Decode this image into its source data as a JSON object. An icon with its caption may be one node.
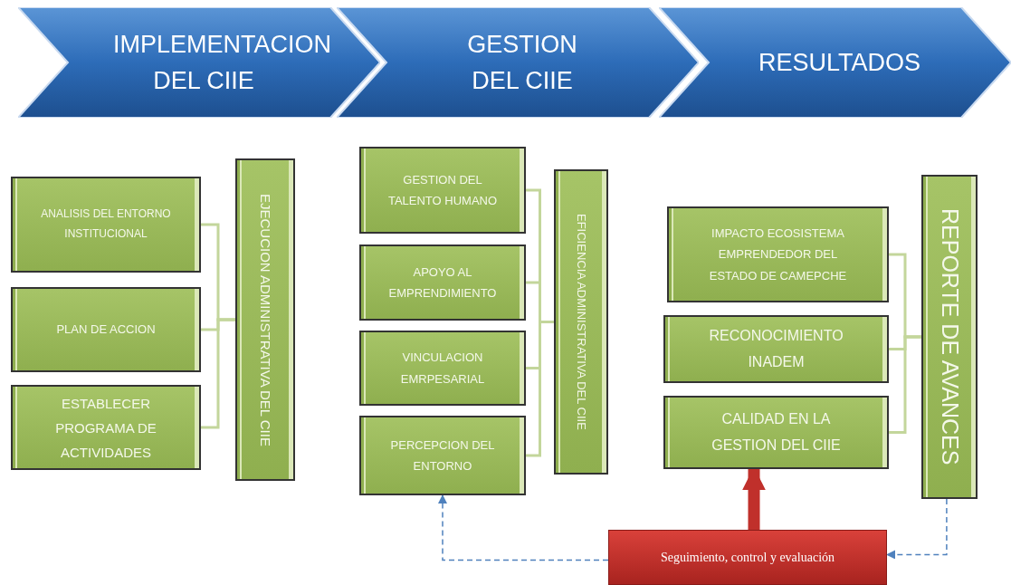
{
  "diagram": {
    "nodes": [
      {
        "text": [
          "IMPLEMENTACION DEL CIIE"
        ]
      },
      {
        "text": [
          "GESTION DEL CIIE"
        ]
      },
      {
        "text": [
          "RESULTADOS"
        ]
      },
      {
        "text": [
          "ANALISIS DEL ENTORNO INSTITUCIONAL"
        ]
      },
      {
        "text": [
          "PLAN DE ACCION"
        ]
      },
      {
        "text": [
          "ESTABLECER PROGRAMA DE ACTIVIDADES"
        ]
      },
      {
        "text": [
          "EJECUCION ADMINISTRATIVA DEL CIIE"
        ]
      },
      {
        "text": [
          "GESTION DEL TALENTO HUMANO"
        ]
      },
      {
        "text": [
          "APOYO AL EMPRENDIMIENTO"
        ]
      },
      {
        "text": [
          "VINCULACION EMRPESARIAL"
        ]
      },
      {
        "text": [
          "PERCEPCION DEL ENTORNO"
        ]
      },
      {
        "text": [
          "EFICIENCIA ADMINISTRATIVA DEL CIIE"
        ]
      },
      {
        "text": [
          "IMPACTO ECOSISTEMA EMPRENDEDOR DEL ESTADO DE CAMEPCHE"
        ]
      },
      {
        "text": [
          "RECONOCIMIENTO INADEM"
        ]
      },
      {
        "text": [
          "CALIDAD EN LA GESTION DEL CIIE"
        ]
      },
      {
        "text": [
          "REPORTE DE AVANCES"
        ]
      },
      {
        "text": [
          "Seguimiento, control y evaluación"
        ]
      }
    ],
    "edges": [
      {
        "from": 3,
        "to": 6,
        "arrow": "none"
      },
      {
        "from": 4,
        "to": 6,
        "arrow": "none"
      },
      {
        "from": 5,
        "to": 6,
        "arrow": "none"
      },
      {
        "from": 7,
        "to": 11,
        "arrow": "none"
      },
      {
        "from": 8,
        "to": 11,
        "arrow": "none"
      },
      {
        "from": 9,
        "to": 11,
        "arrow": "none"
      },
      {
        "from": 10,
        "to": 11,
        "arrow": "none"
      },
      {
        "from": 12,
        "to": 15,
        "arrow": "none"
      },
      {
        "from": 13,
        "to": 15,
        "arrow": "none"
      },
      {
        "from": 14,
        "to": 15,
        "arrow": "none"
      },
      {
        "from": 16,
        "to": 14,
        "arrow": "to",
        "style": "thick",
        "color": "#c0302b"
      },
      {
        "from": 15,
        "to": 16,
        "arrow": "to",
        "style": "dashed",
        "color": "#4f81bd"
      },
      {
        "from": 16,
        "to": 10,
        "arrow": "to",
        "style": "dashed",
        "color": "#4f81bd"
      }
    ]
  }
}
